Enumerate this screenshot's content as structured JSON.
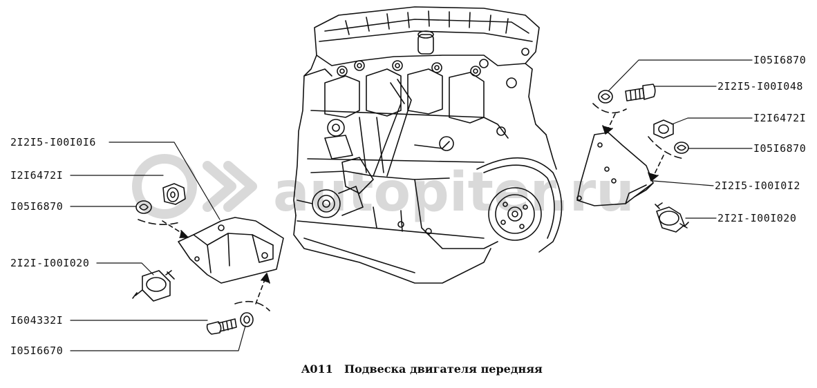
{
  "caption": {
    "code": "A011",
    "title": "Подвеска двигателя передняя"
  },
  "watermark": "autopiter.ru",
  "labels": {
    "left": [
      "2I2I5-I00I0I6",
      "I2I6472I",
      "I05I6870",
      "2I2I-I00I020",
      "I604332I",
      "I05I6670"
    ],
    "right": [
      "I05I6870",
      "2I2I5-I00I048",
      "I2I6472I",
      "I05I6870",
      "2I2I5-I00I0I2",
      "2I2I-I00I020"
    ]
  },
  "colors": {
    "ink": "#111111",
    "watermark": "#d9d9d9"
  }
}
